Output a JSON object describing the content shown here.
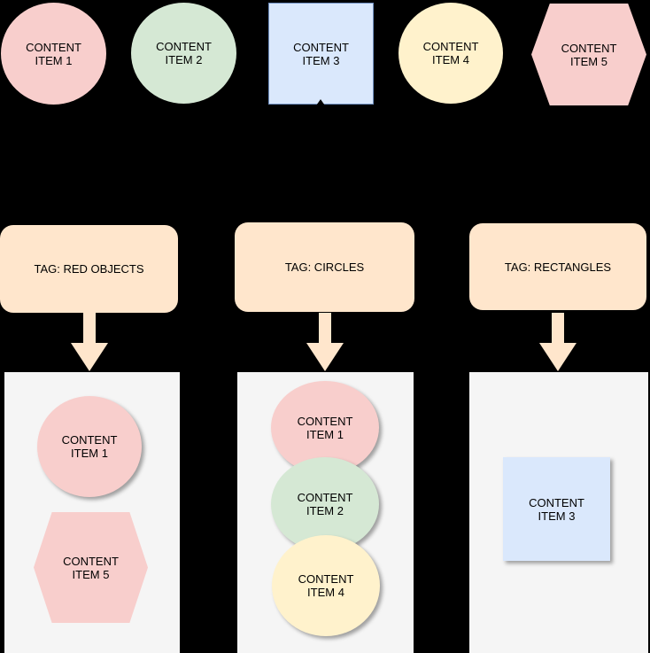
{
  "colors": {
    "background": "#000000",
    "pink": "#f8cecc",
    "green": "#d5e8d4",
    "blue": "#dae8fc",
    "yellow": "#fff2cc",
    "peach": "#ffe6cc",
    "container_gray": "#f5f5f5",
    "square_stroke": "#6e8ebf",
    "text": "#000000"
  },
  "top_items": [
    {
      "label": "CONTENT ITEM 1",
      "shape": "circle",
      "fill": "#f8cecc"
    },
    {
      "label": "CONTENT ITEM 2",
      "shape": "circle",
      "fill": "#d5e8d4"
    },
    {
      "label": "CONTENT ITEM 3",
      "shape": "square",
      "fill": "#dae8fc",
      "stroke": "#6e8ebf"
    },
    {
      "label": "CONTENT ITEM 4",
      "shape": "circle",
      "fill": "#fff2cc"
    },
    {
      "label": "CONTENT ITEM 5",
      "shape": "hexagon",
      "fill": "#f8cecc"
    }
  ],
  "tags": [
    {
      "label": "TAG: RED OBJECTS",
      "fill": "#ffe6cc"
    },
    {
      "label": "TAG: CIRCLES",
      "fill": "#ffe6cc"
    },
    {
      "label": "TAG: RECTANGLES",
      "fill": "#ffe6cc"
    }
  ],
  "arrow_fill": "#ffe6cc",
  "groups": [
    {
      "tag": "TAG: RED OBJECTS",
      "container_fill": "#f5f5f5",
      "items": [
        {
          "label": "CONTENT ITEM 1",
          "shape": "circle",
          "fill": "#f8cecc"
        },
        {
          "label": "CONTENT ITEM 5",
          "shape": "hexagon",
          "fill": "#f8cecc"
        }
      ]
    },
    {
      "tag": "TAG: CIRCLES",
      "container_fill": "#f5f5f5",
      "items": [
        {
          "label": "CONTENT ITEM 1",
          "shape": "circle",
          "fill": "#f8cecc"
        },
        {
          "label": "CONTENT ITEM 2",
          "shape": "circle",
          "fill": "#d5e8d4"
        },
        {
          "label": "CONTENT ITEM 4",
          "shape": "circle",
          "fill": "#fff2cc"
        }
      ]
    },
    {
      "tag": "TAG: RECTANGLES",
      "container_fill": "#f5f5f5",
      "items": [
        {
          "label": "CONTENT ITEM 3",
          "shape": "square",
          "fill": "#dae8fc"
        }
      ]
    }
  ]
}
